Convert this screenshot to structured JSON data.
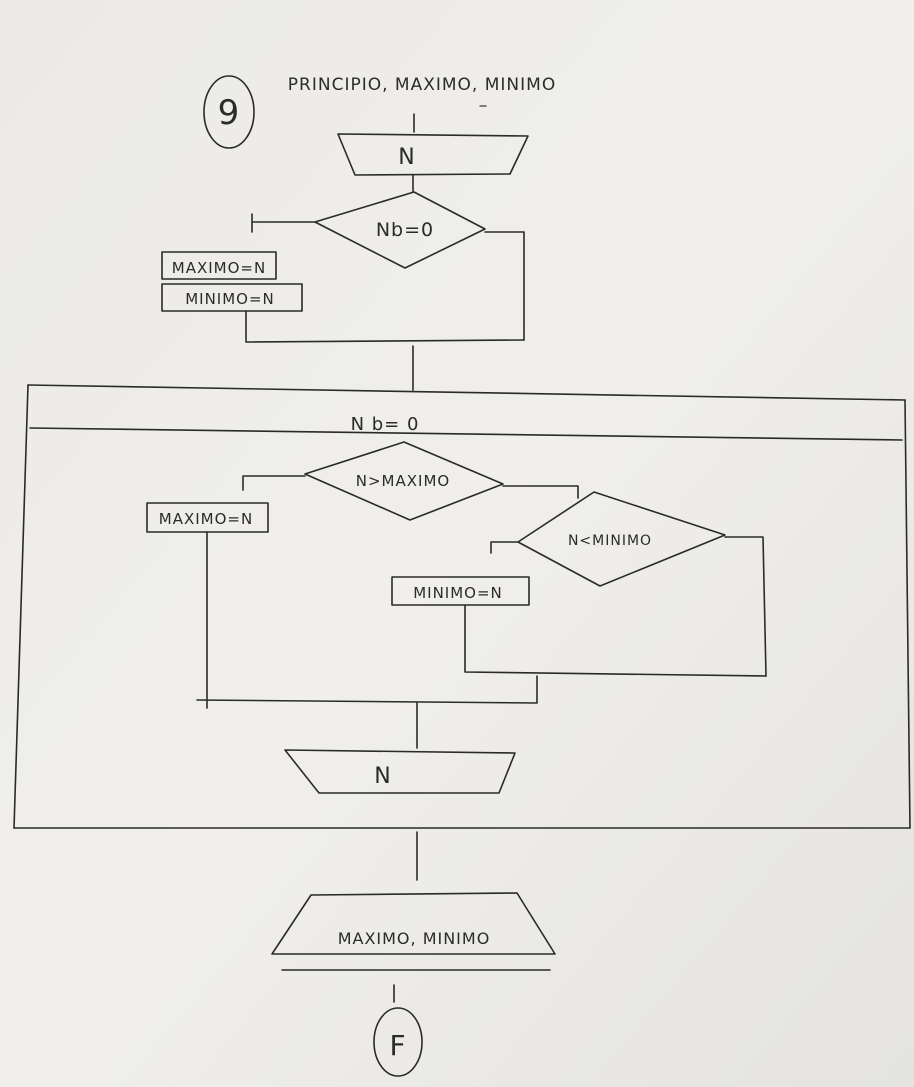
{
  "problem_number": "9",
  "start": {
    "label": "PRINCIPIO, MAXIMO, MINIMO"
  },
  "nodes": {
    "read_n_1": "N",
    "decision_1": "Nb=0",
    "assign_max_1": "MAXIMO=N",
    "assign_min_1": "MINIMO=N",
    "loop_condition": "N b= 0",
    "decision_max": "N>MAXIMO",
    "assign_max_2": "MAXIMO=N",
    "decision_min": "N<MINIMO",
    "assign_min_2": "MINIMO=N",
    "read_n_2": "N",
    "output": "MAXIMO, MINIMO",
    "end": "F"
  }
}
